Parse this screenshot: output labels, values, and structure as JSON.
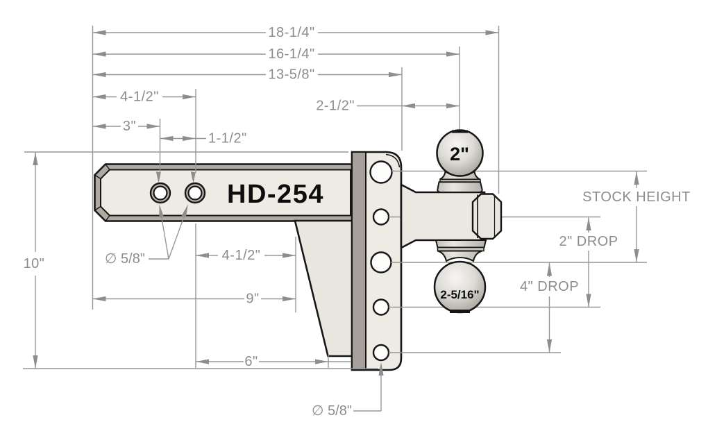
{
  "part": {
    "model": "HD-254",
    "top_ball": "2\"",
    "bottom_ball": "2-5/16\""
  },
  "dims": {
    "len_18": "18-1/4\"",
    "len_16": "16-1/4\"",
    "len_13": "13-5/8\"",
    "top_span_4_5": "4-1/2\"",
    "top_span_3": "3\"",
    "hole_gap_1_5": "1-1/2\"",
    "ball_offset_2_5": "2-1/2\"",
    "height_10": "10\"",
    "shank_hole_dia": "∅ 5/8\"",
    "mid_span_4_5": "4-1/2\"",
    "mid_span_9": "9\"",
    "bottom_span_6": "6\"",
    "channel_hole_dia": "∅ 5/8\"",
    "stock_height": "STOCK HEIGHT",
    "drop_2": "2\" DROP",
    "drop_4": "4\" DROP"
  }
}
